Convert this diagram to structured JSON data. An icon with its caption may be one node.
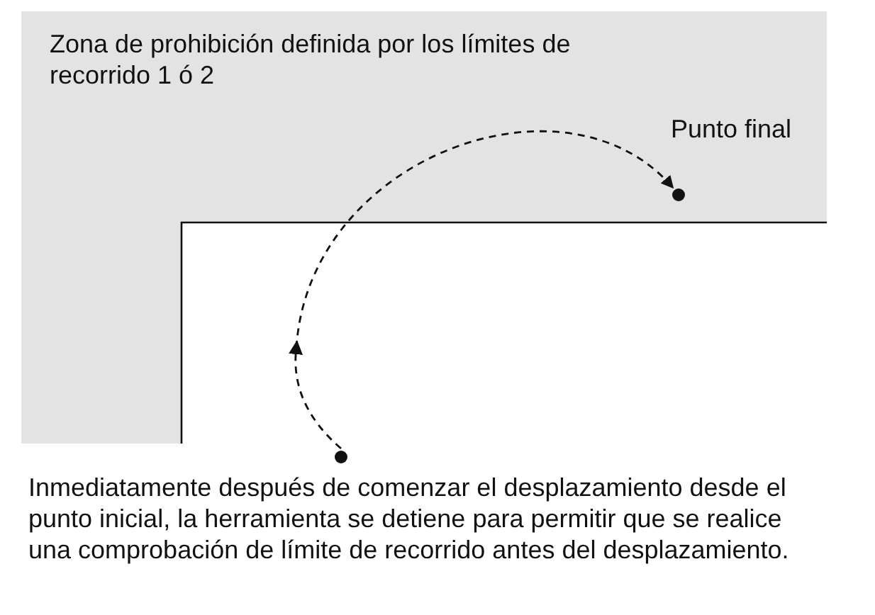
{
  "diagram": {
    "nodes": [
      {
        "text": [
          "Zona de prohibición definida por los límites de recorrido 1 ó 2"
        ]
      },
      {
        "text": [],
        "shape": "circle",
        "beside": [
          "Inmediatamente después de comenzar el desplazamiento desde el punto inicial, la herramienta se detiene para permitir que se realice una comprobación de límite de recorrido antes del desplazamiento."
        ]
      },
      {
        "text": [],
        "shape": "circle",
        "in": 0,
        "beside": [
          "Punto final"
        ]
      }
    ],
    "edges": [
      {
        "from": 1,
        "to": 2,
        "arrow": "to",
        "style": "dashed"
      }
    ]
  }
}
